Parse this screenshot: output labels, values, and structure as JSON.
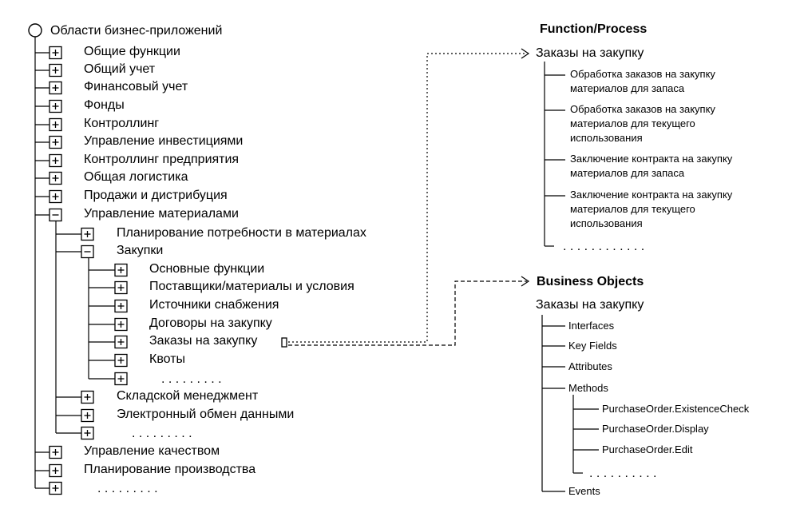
{
  "tree": {
    "root": "Области бизнес-приложений",
    "level1": [
      "Общие функции",
      "Общий учет",
      "Финансовый учет",
      "Фонды",
      "Контроллинг",
      "Управление инвестициями",
      "Контроллинг предприятия",
      "Общая логистика",
      "Продажи и дистрибуция",
      "Управление материалами"
    ],
    "materials_children": [
      "Планирование потребности в материалах",
      "Закупки"
    ],
    "purchasing_children": [
      "Основные функции",
      "Поставщики/материалы и условия",
      "Источники снабжения",
      "Договоры на закупку",
      "Заказы на закупку",
      "Квоты"
    ],
    "materials_after": [
      "Складской менеджмент",
      "Электронный обмен данными"
    ],
    "level1_after": [
      "Управление качеством",
      "Планирование производства"
    ],
    "expand_symbol": "+",
    "collapse_symbol": "−",
    "ellipsis": ". . . . . . . . ."
  },
  "function_process": {
    "heading": "Function/Process",
    "title": "Заказы на закупку",
    "items": [
      [
        "Обработка заказов на закупку",
        "материалов для запаса"
      ],
      [
        "Обработка заказов на закупку",
        "материалов для текущего",
        "использования"
      ],
      [
        "Заключение контракта на закупку",
        "материалов для запаса"
      ],
      [
        "Заключение контракта  на закупку",
        "материалов для текущего",
        "использования"
      ]
    ],
    "ellipsis": ". . . . . . . . . . . ."
  },
  "business_objects": {
    "heading": "Business Objects",
    "title": "Заказы на закупку",
    "items": [
      "Interfaces",
      "Key Fields",
      "Attributes",
      "Methods",
      "Events"
    ],
    "methods": [
      "PurchaseOrder.ExistenceCheck",
      "PurchaseOrder.Display",
      "PurchaseOrder.Edit"
    ],
    "ellipsis": ". . . . . . . . . ."
  },
  "colors": {
    "ink": "#000000",
    "background": "#ffffff"
  }
}
